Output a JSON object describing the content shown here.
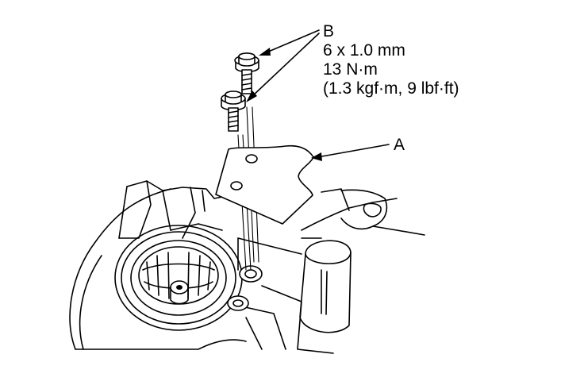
{
  "figure": {
    "callout_b": {
      "letter": "B",
      "size": "6 x 1.0 mm",
      "torque": "13 N·m",
      "torque_alt": "(1.3 kgf·m, 9 lbf·ft)"
    },
    "callout_a": {
      "letter": "A"
    },
    "icons": [
      "flange-bolt-icon",
      "bracket-plate-icon",
      "transmission-housing-icon"
    ]
  }
}
